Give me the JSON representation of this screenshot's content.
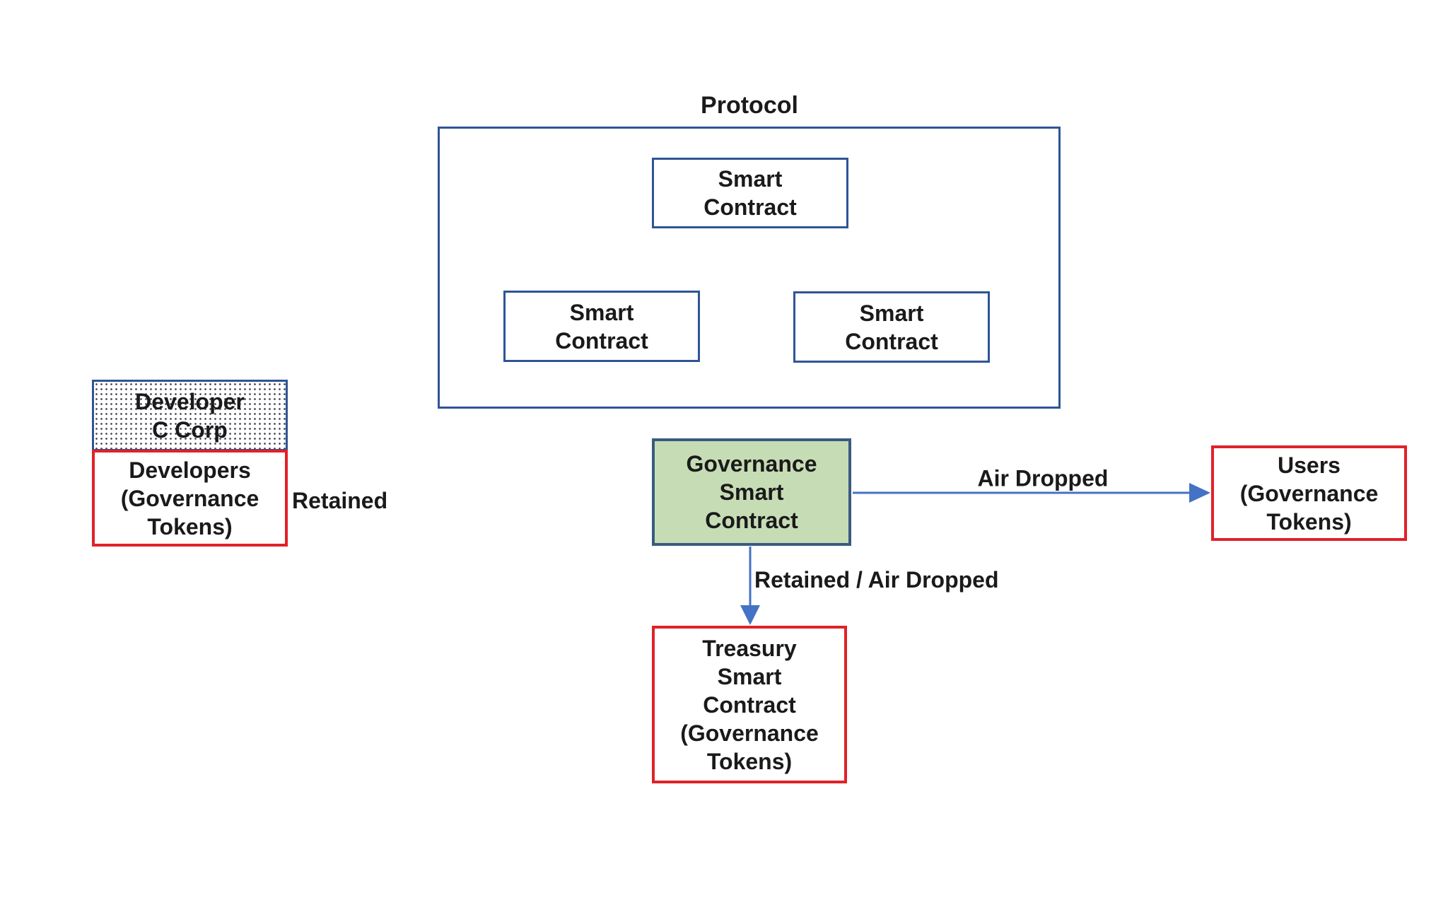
{
  "title": "Protocol",
  "colors": {
    "blue_border": "#2f5496",
    "green_border": "#3a5a80",
    "green_fill": "#c6dcb5",
    "red_border": "#e02128",
    "arrow_blue": "#4472c4",
    "dot": "#53545e",
    "text": "#1a1a1a"
  },
  "protocol": {
    "label": "Protocol",
    "smart_contracts": [
      {
        "label": "Smart\nContract"
      },
      {
        "label": "Smart\nContract"
      },
      {
        "label": "Smart\nContract"
      }
    ]
  },
  "nodes": {
    "developer_c_corp": {
      "label": "Developer\nC Corp"
    },
    "developers": {
      "label": "Developers\n(Governance\nTokens)"
    },
    "governance": {
      "label": "Governance\nSmart\nContract"
    },
    "users": {
      "label": "Users\n(Governance\nTokens)"
    },
    "treasury": {
      "label": "Treasury\nSmart\nContract\n(Governance\nTokens)"
    }
  },
  "edges": {
    "retained": {
      "label": "Retained"
    },
    "air_dropped": {
      "label": "Air Dropped"
    },
    "retained_air_dropped": {
      "label": "Retained / Air Dropped"
    }
  }
}
